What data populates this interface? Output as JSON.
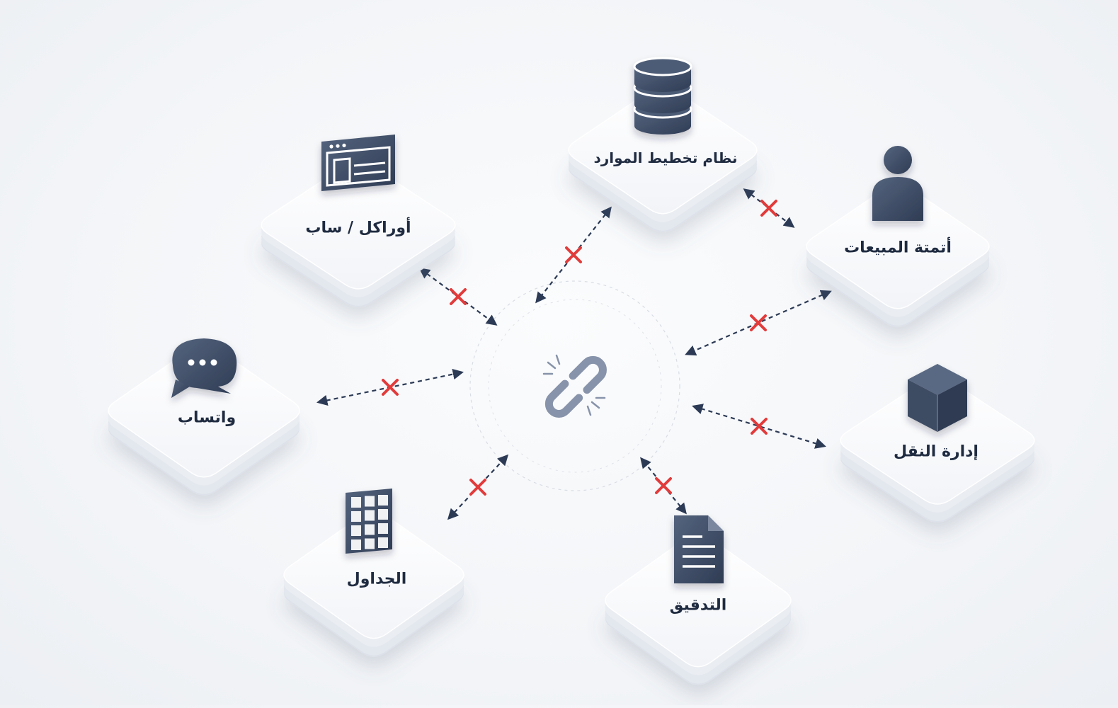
{
  "diagram": {
    "hub": {
      "icon": "broken-link-icon"
    },
    "systems": [
      {
        "id": "erp",
        "label": "نظام تخطيط الموارد",
        "icon": "database-icon"
      },
      {
        "id": "oracle-sap",
        "label": "أوراكل / ساب",
        "icon": "browser-window-icon"
      },
      {
        "id": "sales",
        "label": "أتمتة المبيعات",
        "icon": "user-icon"
      },
      {
        "id": "whatsapp",
        "label": "واتساب",
        "icon": "chat-bubble-icon"
      },
      {
        "id": "transport",
        "label": "إدارة النقل",
        "icon": "package-box-icon"
      },
      {
        "id": "spreadsheets",
        "label": "الجداول",
        "icon": "spreadsheet-grid-icon"
      },
      {
        "id": "audit",
        "label": "التدقيق",
        "icon": "document-icon"
      }
    ],
    "connections": [
      {
        "from": "oracle-sap",
        "to": "hub",
        "status": "broken"
      },
      {
        "from": "erp",
        "to": "hub",
        "status": "broken"
      },
      {
        "from": "erp",
        "to": "sales",
        "status": "broken"
      },
      {
        "from": "sales",
        "to": "hub",
        "status": "broken"
      },
      {
        "from": "whatsapp",
        "to": "hub",
        "status": "broken"
      },
      {
        "from": "transport",
        "to": "hub",
        "status": "broken"
      },
      {
        "from": "spreadsheets",
        "to": "hub",
        "status": "broken"
      },
      {
        "from": "audit",
        "to": "hub",
        "status": "broken"
      }
    ],
    "colors": {
      "icon": "#3f4e68",
      "line": "#2c3a55",
      "cross": "#e23b3b",
      "tile_top": "#ffffff",
      "tile_side": "#dde2ea",
      "hub_icon": "#8793aa"
    }
  }
}
